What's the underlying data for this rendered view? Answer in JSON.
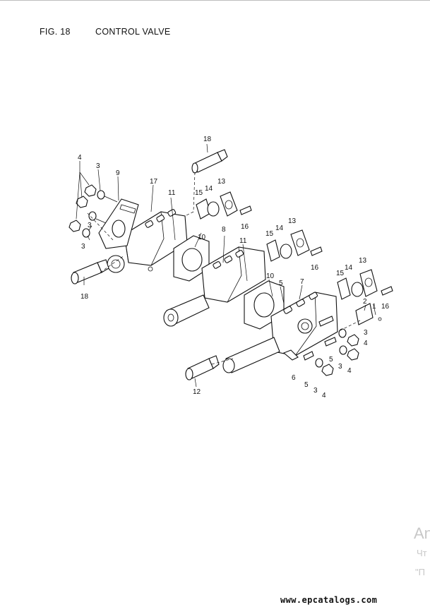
{
  "header": {
    "figure_number": "FIG. 18",
    "figure_title": "CONTROL VALVE"
  },
  "callouts": {
    "c1": "1",
    "c2": "2",
    "c3a": "3",
    "c3b": "3",
    "c3c": "3",
    "c3d": "3",
    "c3e": "3",
    "c3f": "3",
    "c4a": "4",
    "c4b": "4",
    "c4c": "4",
    "c5a": "5",
    "c5b": "5",
    "c5c": "5",
    "c6": "6",
    "c7": "7",
    "c8": "8",
    "c9": "9",
    "c10a": "10",
    "c10b": "10",
    "c11a": "11",
    "c11b": "11",
    "c12": "12",
    "c13a": "13",
    "c13b": "13",
    "c13c": "13",
    "c14a": "14",
    "c14b": "14",
    "c14c": "14",
    "c15a": "15",
    "c15b": "15",
    "c15c": "15",
    "c16a": "16",
    "c16b": "16",
    "c16c": "16",
    "c17": "17",
    "c18a": "18",
    "c18b": "18"
  },
  "watermark": {
    "line1": "An",
    "line2": "Чт",
    "line3": "\"П"
  },
  "footer": {
    "url": "www.epcatalogs.com"
  }
}
